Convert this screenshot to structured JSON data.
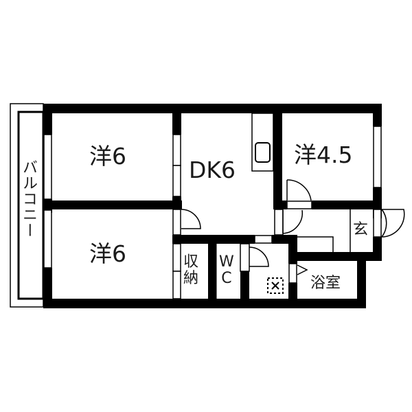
{
  "floor_plan": {
    "layout": "2DK-style apartment floor plan (3 western rooms + DK)",
    "colors": {
      "wall": "#000000",
      "background": "#ffffff",
      "text": "#1a1a1a"
    },
    "rooms": {
      "western_1": {
        "label": "洋6",
        "type": "Western room",
        "size_jo": 6
      },
      "western_2": {
        "label": "洋6",
        "type": "Western room",
        "size_jo": 6
      },
      "dk": {
        "label": "DK6",
        "type": "Dining kitchen",
        "size_jo": 6
      },
      "western_3": {
        "label": "洋4.5",
        "type": "Western room",
        "size_jo": 4.5
      },
      "balcony": {
        "label": "バルコニー"
      },
      "storage": {
        "label_1": "収",
        "label_2": "納"
      },
      "toilet": {
        "label_1": "W",
        "label_2": "C"
      },
      "entrance": {
        "label": "玄"
      },
      "bathroom": {
        "label": "浴室"
      }
    },
    "fixtures": [
      "kitchen-sink",
      "washing-machine-space",
      "entry-door",
      "bath-door"
    ]
  }
}
